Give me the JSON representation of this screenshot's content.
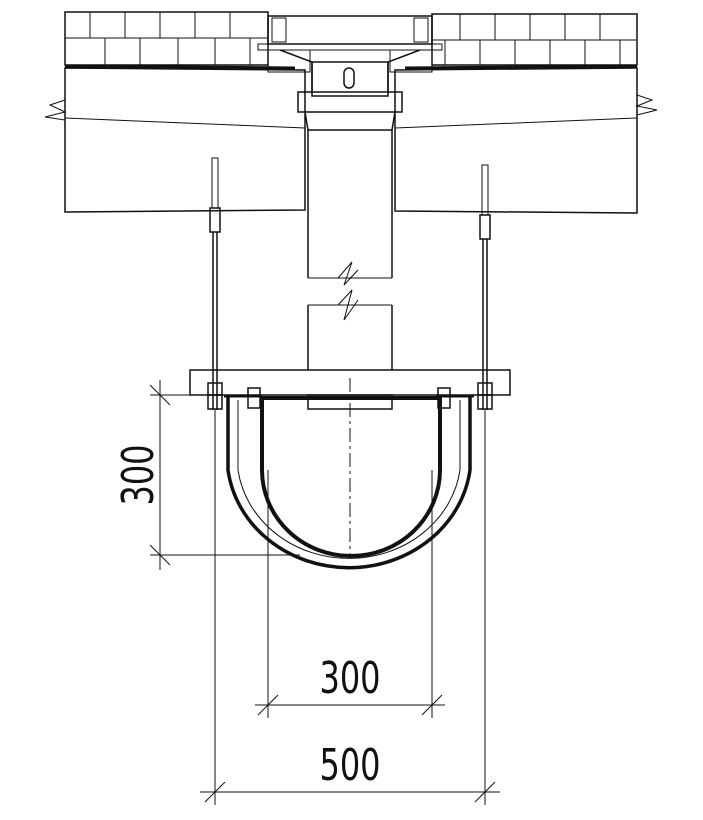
{
  "drawing": {
    "dimensions": {
      "depth_label": "300",
      "inner_width_label": "300",
      "outer_width_label": "500"
    },
    "colors": {
      "channel_fill": "#FFBF80",
      "line": "#111111"
    }
  }
}
